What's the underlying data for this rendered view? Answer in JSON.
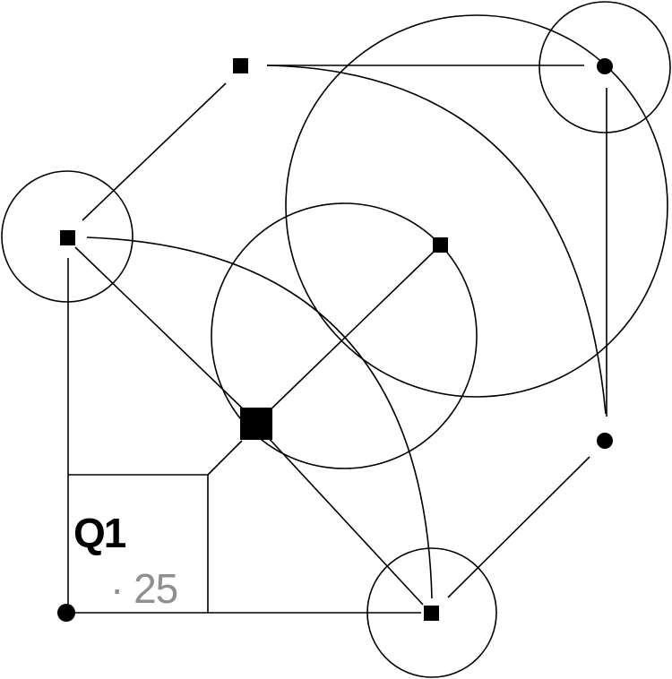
{
  "diagram": {
    "label": {
      "title": "Q1",
      "subtitle": "· 25"
    },
    "colors": {
      "line": "#000000",
      "title": "#000000",
      "subtitle": "#8f8f8f",
      "background": "#ffffff"
    },
    "node_shapes": {
      "top": "square",
      "top-right": "dot",
      "left": "square",
      "center-right": "square",
      "hub": "large-square",
      "right": "dot",
      "bottom": "square",
      "bottom-left": "dot"
    }
  }
}
